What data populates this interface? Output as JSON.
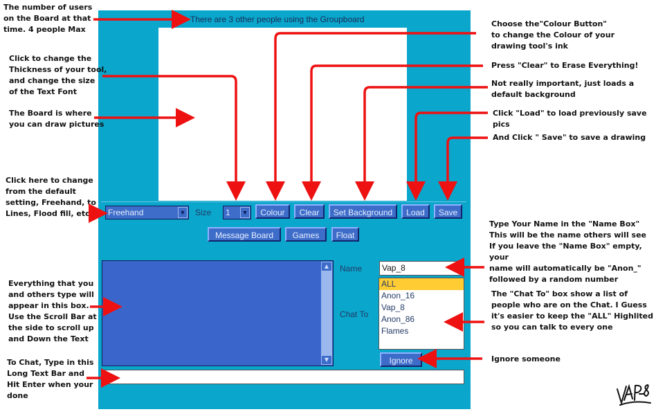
{
  "status_text": "There are 3 other people using the Groupboard",
  "toolbar": {
    "mode_value": "Freehand",
    "size_label": "Size",
    "size_value": "1",
    "colour_label": "Colour",
    "clear_label": "Clear",
    "set_background_label": "Set Background",
    "load_label": "Load",
    "save_label": "Save"
  },
  "nav": {
    "message_board_label": "Message Board",
    "games_label": "Games",
    "float_label": "Float"
  },
  "chat": {
    "name_label": "Name",
    "name_value": "Vap_8",
    "chat_to_label": "Chat To",
    "users": [
      "ALL",
      "Anon_16",
      "Vap_8",
      "Anon_86",
      "Flames"
    ],
    "selected_user": "ALL",
    "ignore_label": "Ignore"
  },
  "annotations": {
    "users_count": "The number of users\non the Board at that\ntime. 4 people Max",
    "thickness": "Click to change the\nThickness of your tool,\nand change the size\nof the Text Font",
    "board": "The Board is where\nyou can draw pictures",
    "mode": "Click here to change\nfrom the default\nsetting, Freehand, to\nLines, Flood fill,  etc.",
    "chat_area": "Everything that you\nand others type will\nappear in this box.\nUse the Scroll Bar at\nthe side to scroll up\nand Down the Text",
    "chat_input": "To Chat, Type in this\nLong Text Bar and\nHit Enter when your\ndone",
    "colour": "Choose the\"Colour Button\"\nto change the Colour of your\ndrawing tool's ink",
    "clear": "Press \"Clear\" to Erase Everything!",
    "background": "Not really important, just loads a\ndefault background",
    "load": "Click \"Load\" to load previously save pics",
    "save": "And Click \" Save\" to save a drawing",
    "name_box": "Type Your Name in the \"Name Box\"\nThis will be the name others will see\nIf you leave the \"Name Box\" empty, your\nname will automatically be \"Anon_\"\nfollowed by a random number",
    "chat_to": "The \"Chat To\" box show a list of\npeople who are on the Chat. I Guess\nit's easier to keep the \"ALL\" Highlited\nso you can talk to every one",
    "ignore": "Ignore someone"
  },
  "signature": "VAP-8",
  "colors": {
    "panel": "#0aa6cc",
    "button": "#3d6cc9",
    "arrow": "#ee1111",
    "highlight": "#ffcc33"
  }
}
